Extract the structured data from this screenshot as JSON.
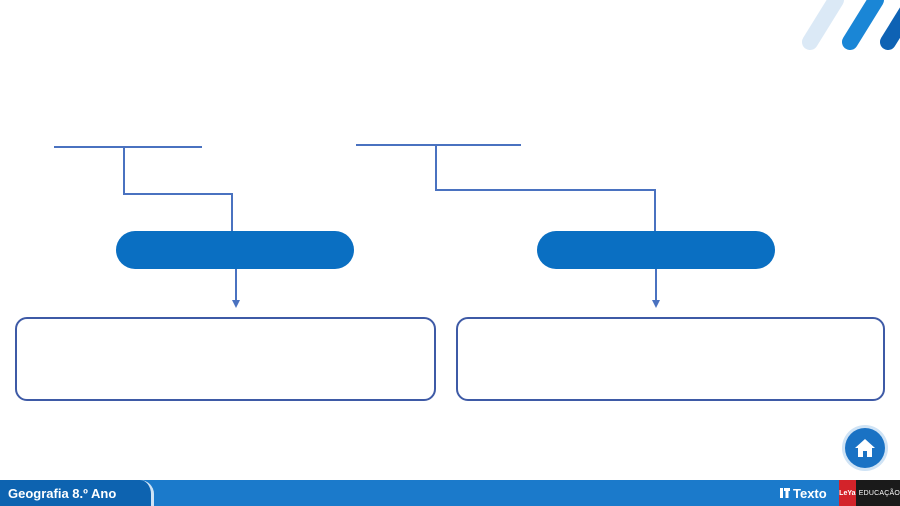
{
  "footer": {
    "subject_title": "Geografia 8.º Ano",
    "brand_texto": "Texto",
    "brand_leya_mark": "LeYa",
    "brand_educacao": "EDUCAÇÃO"
  },
  "diagram": {
    "left_pill_label": "",
    "right_pill_label": "",
    "left_box_text": "",
    "right_box_text": ""
  },
  "colors": {
    "accent": "#0a6fc2",
    "connector": "#4a72c0",
    "box_border": "#3e5aa6",
    "footer_bg": "#1b7acb"
  },
  "icons": {
    "home": "home-icon",
    "texto_logo": "texto-logo-icon"
  }
}
